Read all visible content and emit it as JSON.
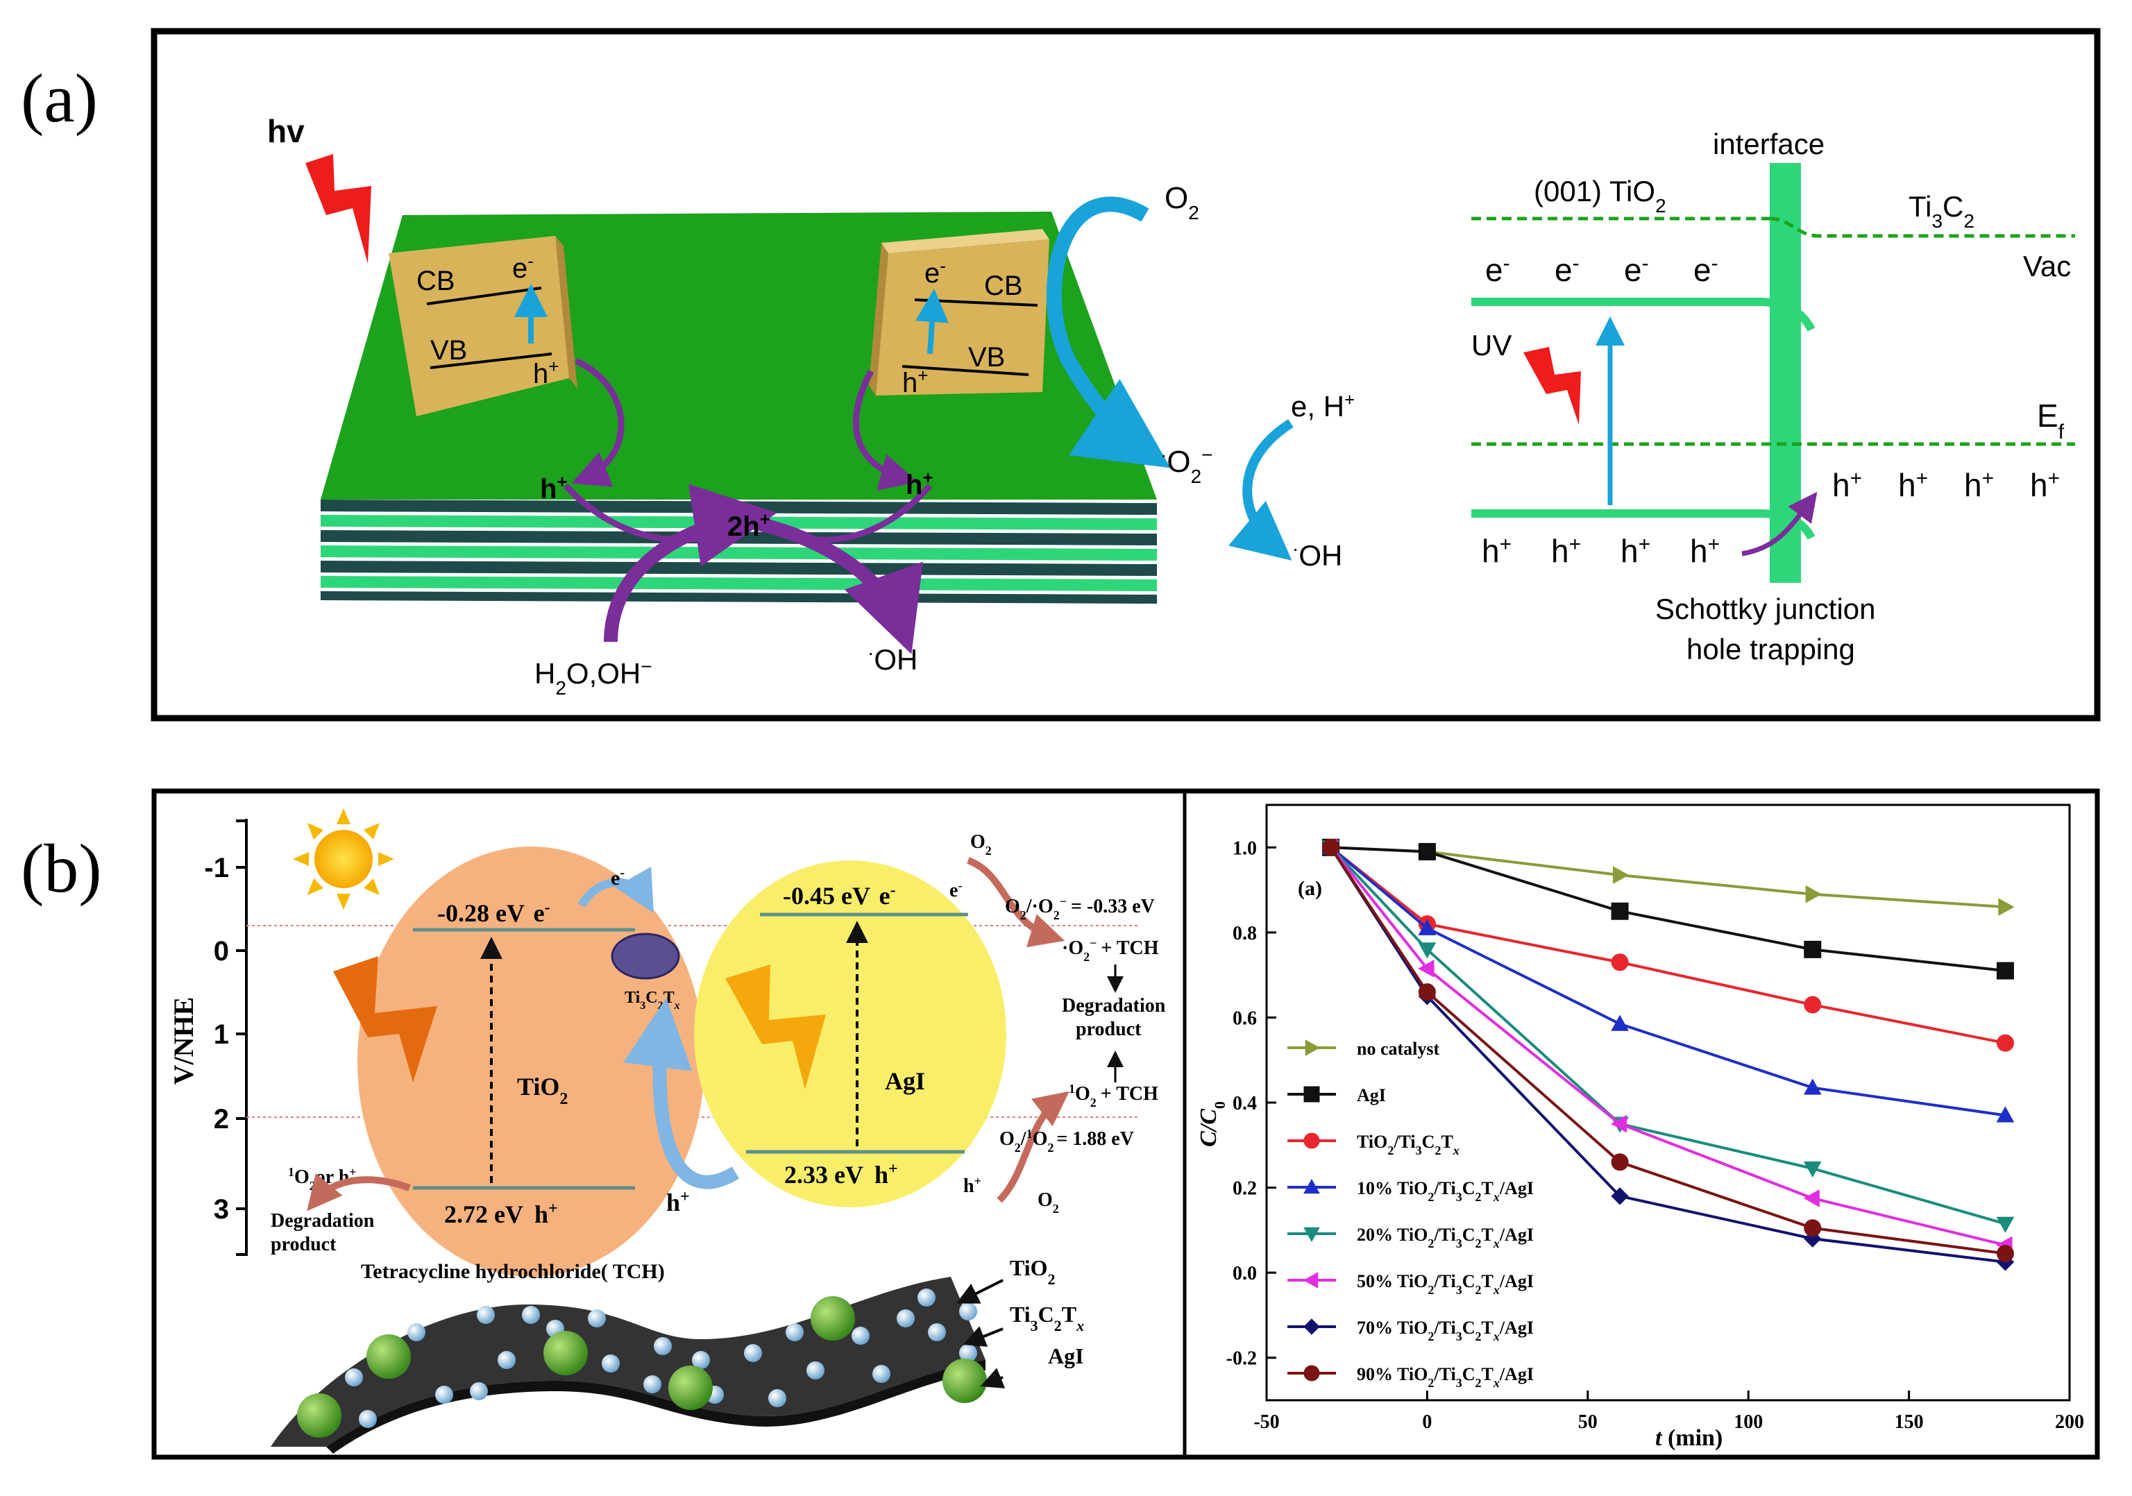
{
  "panel_a": {
    "label": "(a)",
    "hv": "hv",
    "cube_left": {
      "cb": "CB",
      "vb": "VB",
      "e": "e",
      "h": "h"
    },
    "cube_right": {
      "cb": "CB",
      "vb": "VB",
      "e": "e",
      "h": "h"
    },
    "h_left": "h",
    "h_right": "h",
    "two_h": "2h",
    "o2": "O",
    "o2_radical": "O",
    "e_h": "e, H",
    "oh_right": "OH",
    "oh_bottom": "OH",
    "h2o": "H",
    "h2o_rest": "O,OH",
    "interface": "interface",
    "tio2_label": "(001) TiO",
    "ti3c2": "Ti",
    "vac": "Vac",
    "uv": "UV",
    "ef": "E",
    "e_levels": [
      "e",
      "e",
      "e",
      "e"
    ],
    "h_left_levels": [
      "h",
      "h",
      "h",
      "h"
    ],
    "h_right_levels": [
      "h",
      "h",
      "h",
      "h"
    ],
    "schottky_1": "Schottky junction",
    "schottky_2": "hole trapping"
  },
  "panel_b": {
    "label": "(b)",
    "y_axis_label": "V/NHE",
    "y_ticks": [
      "-1",
      "0",
      "1",
      "2",
      "3"
    ],
    "tio2_cb": "-0.28 eV",
    "tio2_vb": "2.72 eV",
    "tio2_name": "TiO",
    "agi_cb": "-0.45 eV",
    "agi_vb": "2.33 eV",
    "agi_name": "AgI",
    "ti3c2tx": "Ti",
    "e_mid": "e",
    "e_agi": "e",
    "h_mid": "h",
    "h_tio2": "h",
    "h_agi": "h",
    "o2_top": "O",
    "o2_bottom": "O",
    "o2_redox": "O",
    "o2_redox_val": "= -0.33 eV",
    "o2_tch": "+ TCH",
    "o1_tch": "+ TCH",
    "o2_1o2": "= 1.88 eV",
    "degradation_right_1": "Degradation",
    "degradation_right_2": "product",
    "degradation_left_1": "Degradation",
    "degradation_left_2": "product",
    "o2_or_h": "O",
    "o2_or_h_rest": "or h",
    "tch_label": "Tetracycline hydrochloride( TCH)",
    "layer_tio2": "TiO",
    "layer_ti3c2tx": "Ti",
    "layer_agi": "AgI"
  },
  "colors": {
    "green_sheet": "#1ca21c",
    "green_stripe": "#2ed67a",
    "cube": "#d8b35a",
    "purple": "#7a2e9a",
    "cyan": "#1aa3d9",
    "tio2": "#f6b27e",
    "agi": "#f9ee6a",
    "ti3c2tx": "#5a4f91",
    "accent_red": "#e01010"
  },
  "chart_data": {
    "type": "line",
    "panel_tag": "(a)",
    "xlabel": "t (min)",
    "ylabel": "C/C0",
    "xlim": [
      -50,
      200
    ],
    "ylim": [
      -0.3,
      1.1
    ],
    "xticks": [
      -50,
      0,
      50,
      100,
      150,
      200
    ],
    "yticks": [
      -0.2,
      0.0,
      0.2,
      0.4,
      0.6,
      0.8,
      1.0
    ],
    "grid": false,
    "legend_position": "left-center",
    "x": [
      -30,
      0,
      60,
      120,
      180
    ],
    "series": [
      {
        "name": "no catalyst",
        "marker": "triangle-right",
        "color": "#8d9a3a",
        "values": [
          1.0,
          0.99,
          0.935,
          0.89,
          0.86
        ]
      },
      {
        "name": "AgI",
        "marker": "square",
        "color": "#111111",
        "values": [
          1.0,
          0.99,
          0.85,
          0.76,
          0.71
        ]
      },
      {
        "name": "TiO2/Ti3C2Tx",
        "marker": "circle",
        "color": "#e8262e",
        "values": [
          1.0,
          0.82,
          0.73,
          0.63,
          0.54
        ]
      },
      {
        "name": "10% TiO2/Ti3C2Tx/AgI",
        "marker": "triangle-up",
        "color": "#1e2ec8",
        "values": [
          1.0,
          0.81,
          0.585,
          0.435,
          0.37
        ]
      },
      {
        "name": "20% TiO2/Ti3C2Tx/AgI",
        "marker": "triangle-down",
        "color": "#1a8c7c",
        "values": [
          1.0,
          0.76,
          0.35,
          0.245,
          0.115
        ]
      },
      {
        "name": "50% TiO2/Ti3C2Tx/AgI",
        "marker": "triangle-left",
        "color": "#e02ee0",
        "values": [
          1.0,
          0.715,
          0.35,
          0.175,
          0.065
        ]
      },
      {
        "name": "70% TiO2/Ti3C2Tx/AgI",
        "marker": "diamond",
        "color": "#12126e",
        "values": [
          1.0,
          0.65,
          0.18,
          0.08,
          0.025
        ]
      },
      {
        "name": "90% TiO2/Ti3C2Tx/AgI",
        "marker": "circle",
        "color": "#7a1414",
        "values": [
          1.0,
          0.66,
          0.26,
          0.105,
          0.045
        ]
      }
    ]
  }
}
